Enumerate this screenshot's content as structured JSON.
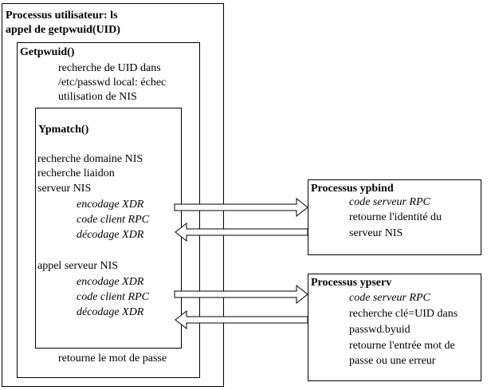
{
  "user_process": {
    "title_line1": "Processus utilisateur: ls",
    "title_line2": "appel de getpwuid(UID)"
  },
  "getpwuid": {
    "title": "Getpwuid()",
    "lines": [
      "recherche de UID dans",
      "/etc/passwd local: échec",
      "utilisation de NIS"
    ],
    "footer": "retourne le mot de passe"
  },
  "ypmatch": {
    "title": "Ypmatch()",
    "lines": [
      "recherche domaine NIS",
      "recherche liaidon",
      "serveur NIS"
    ],
    "group1": [
      "encodage XDR",
      "code client RPC",
      "décodage XDR"
    ],
    "call_label": "appel serveur NIS",
    "group2": [
      "encodage XDR",
      "code client RPC",
      "décodage XDR"
    ]
  },
  "ypbind": {
    "title": "Processus ypbind",
    "lines_italic": [
      "code serveur RPC"
    ],
    "lines": [
      "retourne l'identité du",
      "serveur NIS"
    ]
  },
  "ypserv": {
    "title": "Processus ypserv",
    "lines_italic": [
      "code serveur RPC"
    ],
    "lines": [
      "recherche clé=UID dans",
      "passwd.byuid",
      "retourne l'entrée mot de",
      "passe ou une erreur"
    ]
  }
}
